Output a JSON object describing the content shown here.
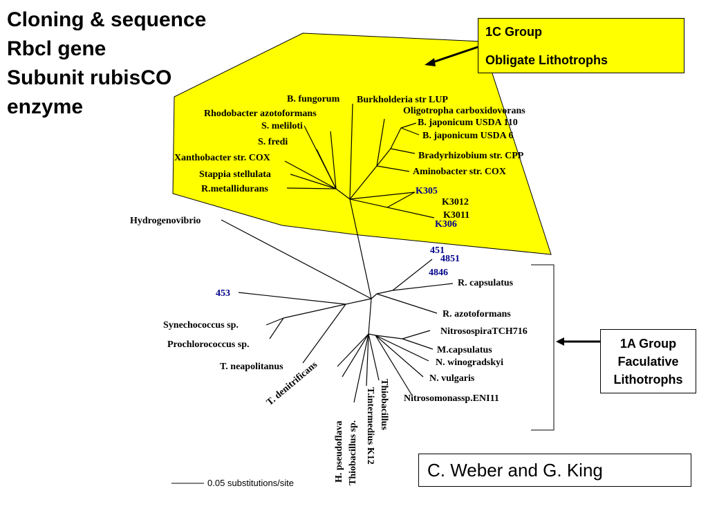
{
  "title_lines": [
    "Cloning & sequence",
    "Rbcl gene",
    "Subunit rubisCO",
    "enzyme"
  ],
  "group_1c": {
    "line1": "1C Group",
    "line2": "Obligate Lithotrophs"
  },
  "group_1a": {
    "line1": "1A Group",
    "line2": "Faculative",
    "line3": "Lithotrophs"
  },
  "credit": "C. Weber and G. King",
  "scale_label": "0.05 substitutions/site",
  "colors": {
    "highlight": "#ffff00",
    "clone_label": "#00008b",
    "line": "#000000"
  },
  "taxa": {
    "b_fungorum": "B. fungorum",
    "burkholderia_lup": "Burkholderia str LUP",
    "rhodobacter_azotoformans": "Rhodobacter azotoformans",
    "oligotropha": "Oligotropha carboxidovorans",
    "s_meliloti": "S. meliloti",
    "b_japonicum_110": "B. japonicum USDA 110",
    "b_japonicum_6": "B. japonicum USDA 6",
    "s_fredi": "S. fredi",
    "xanthobacter": "Xanthobacter str. COX",
    "bradyrhizobium_cpp": "Bradyrhizobium str. CPP",
    "stappia": "Stappia stellulata",
    "aminobacter": "Aminobacter str. COX",
    "r_metallidurans": "R.metallidurans",
    "k305": "K305",
    "k3012": "K3012",
    "k3011": "K3011",
    "k306": "K306",
    "hydrogenovibrio": "Hydrogenovibrio",
    "c451": "451",
    "c4851": "4851",
    "c4846": "4846",
    "r_capsulatus": "R. capsulatus",
    "c453": "453",
    "r_azotoformans": "R. azotoformans",
    "synechococcus": "Synechococcus sp.",
    "nitrosospira_tch716": "NitrosospiraTCH716",
    "prochlorococcus": "Prochlorococcus sp.",
    "m_capsulatus": "M.capsulatus",
    "n_winogradskyi": "N. winogradskyi",
    "t_neapolitanus": "T. neapolitanus",
    "n_vulgaris": "N. vulgaris",
    "t_denitrificans": "T. denitrificans",
    "nitrosomonas_eni11": "Nitrosomonassp.ENI11",
    "h_pseudoflava": "H. pseudoflava",
    "thiobacillus_sp": "Thiobacillus sp.",
    "t_intermedius": "T.intermedius K12",
    "thiobacillus": "Thiobacillus"
  }
}
